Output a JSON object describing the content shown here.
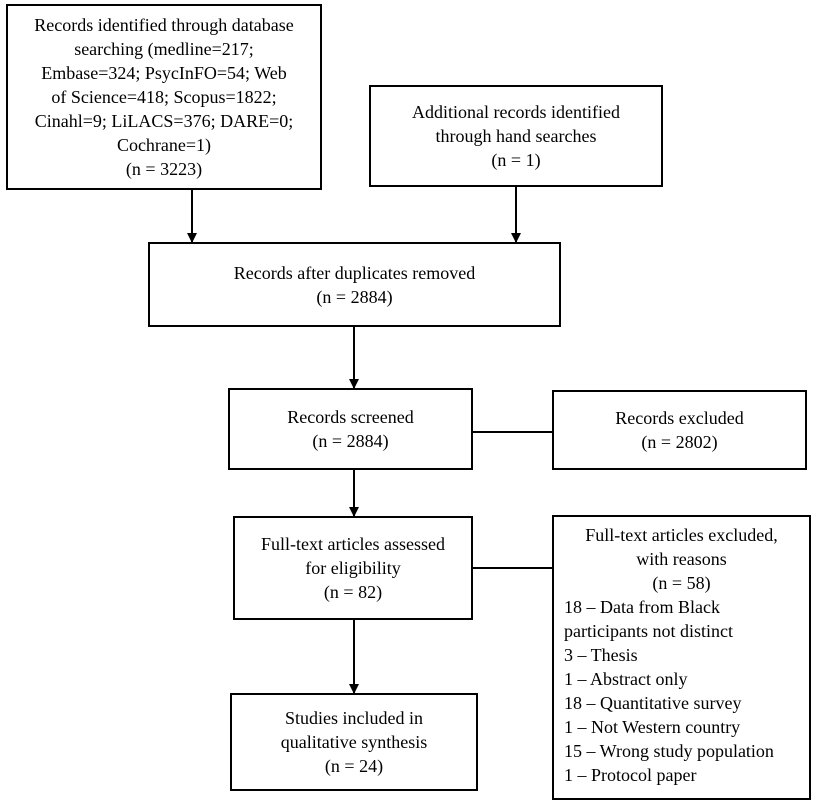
{
  "boxes": {
    "database_search": {
      "lines": [
        "Records identified through database",
        "searching (medline=217;",
        "Embase=324; PsycInFO=54; Web",
        "of Science=418; Scopus=1822;",
        "Cinahl=9; LiLACS=376; DARE=0;",
        "Cochrane=1)",
        "(n = 3223)"
      ]
    },
    "hand_search": {
      "lines": [
        "Additional records identified",
        "through hand searches",
        "(n = 1)"
      ]
    },
    "duplicates_removed": {
      "lines": [
        "Records after duplicates removed",
        "(n = 2884)"
      ]
    },
    "screened": {
      "lines": [
        "Records screened",
        "(n = 2884)"
      ]
    },
    "excluded": {
      "lines": [
        "Records excluded",
        "(n = 2802)"
      ]
    },
    "full_text_assessed": {
      "lines": [
        "Full-text articles assessed",
        "for eligibility",
        "(n = 82)"
      ]
    },
    "full_text_excluded": {
      "header": [
        "Full-text articles excluded,",
        "with reasons",
        "(n = 58)"
      ],
      "reasons": [
        "18 – Data from Black",
        "participants not distinct",
        "3 – Thesis",
        "1 – Abstract only",
        "18 – Quantitative survey",
        "1 – Not Western country",
        "15 – Wrong study population",
        "1 – Protocol paper"
      ]
    },
    "included": {
      "lines": [
        "Studies included in",
        "qualitative synthesis",
        "(n = 24)"
      ]
    }
  }
}
